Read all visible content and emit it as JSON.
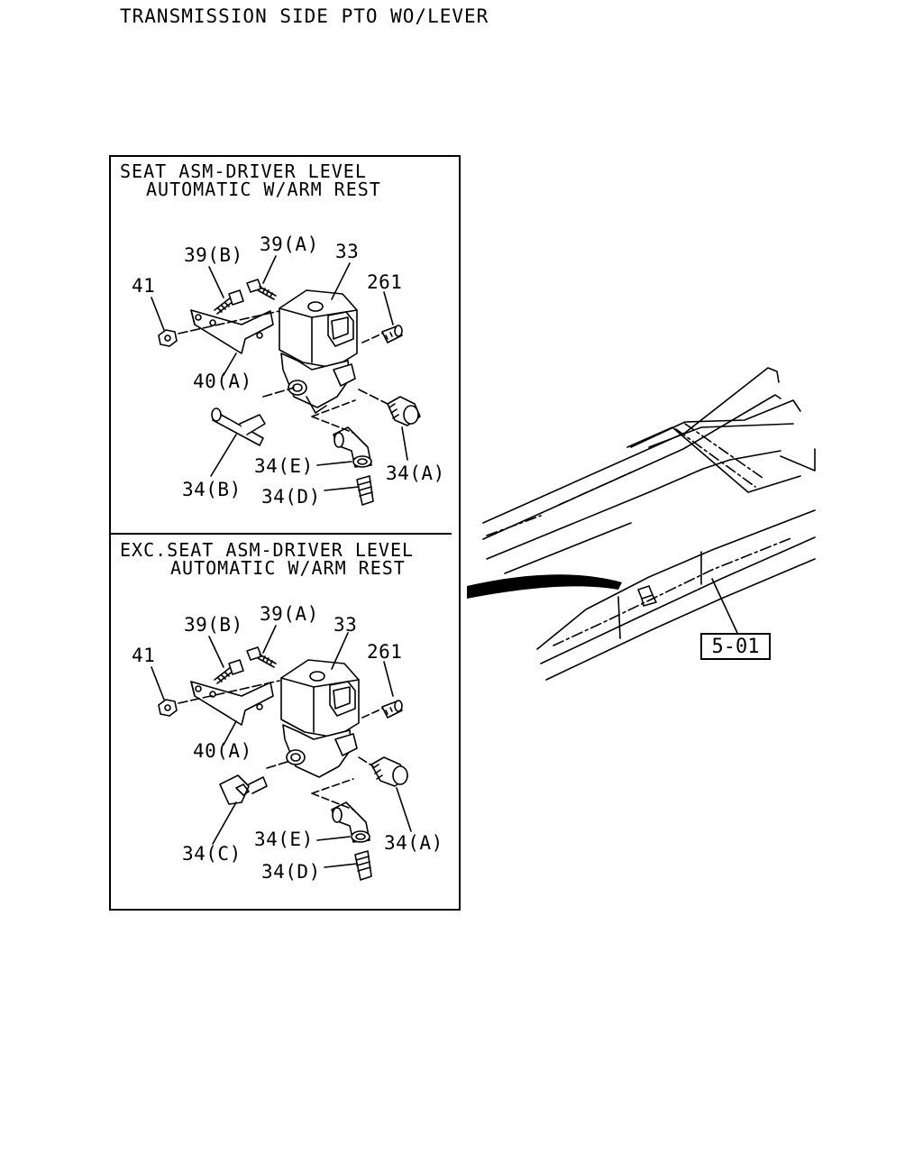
{
  "title": "TRANSMISSION SIDE PTO WO/LEVER",
  "sections": [
    {
      "title_line1": "SEAT ASM-DRIVER LEVEL",
      "title_line2": "AUTOMATIC W/ARM REST",
      "labels": {
        "l39b": "39(B)",
        "l39a": "39(A)",
        "l33": "33",
        "l41": "41",
        "l261": "261",
        "l40a": "40(A)",
        "l34e": "34(E)",
        "l34a": "34(A)",
        "l34b": "34(B)",
        "l34d": "34(D)"
      }
    },
    {
      "title_line1": "EXC.SEAT ASM-DRIVER LEVEL",
      "title_line2": "AUTOMATIC W/ARM REST",
      "labels": {
        "l39b": "39(B)",
        "l39a": "39(A)",
        "l33": "33",
        "l41": "41",
        "l261": "261",
        "l40a": "40(A)",
        "l34e": "34(E)",
        "l34a": "34(A)",
        "l34c": "34(C)",
        "l34d": "34(D)"
      }
    }
  ],
  "reference": "5-01"
}
